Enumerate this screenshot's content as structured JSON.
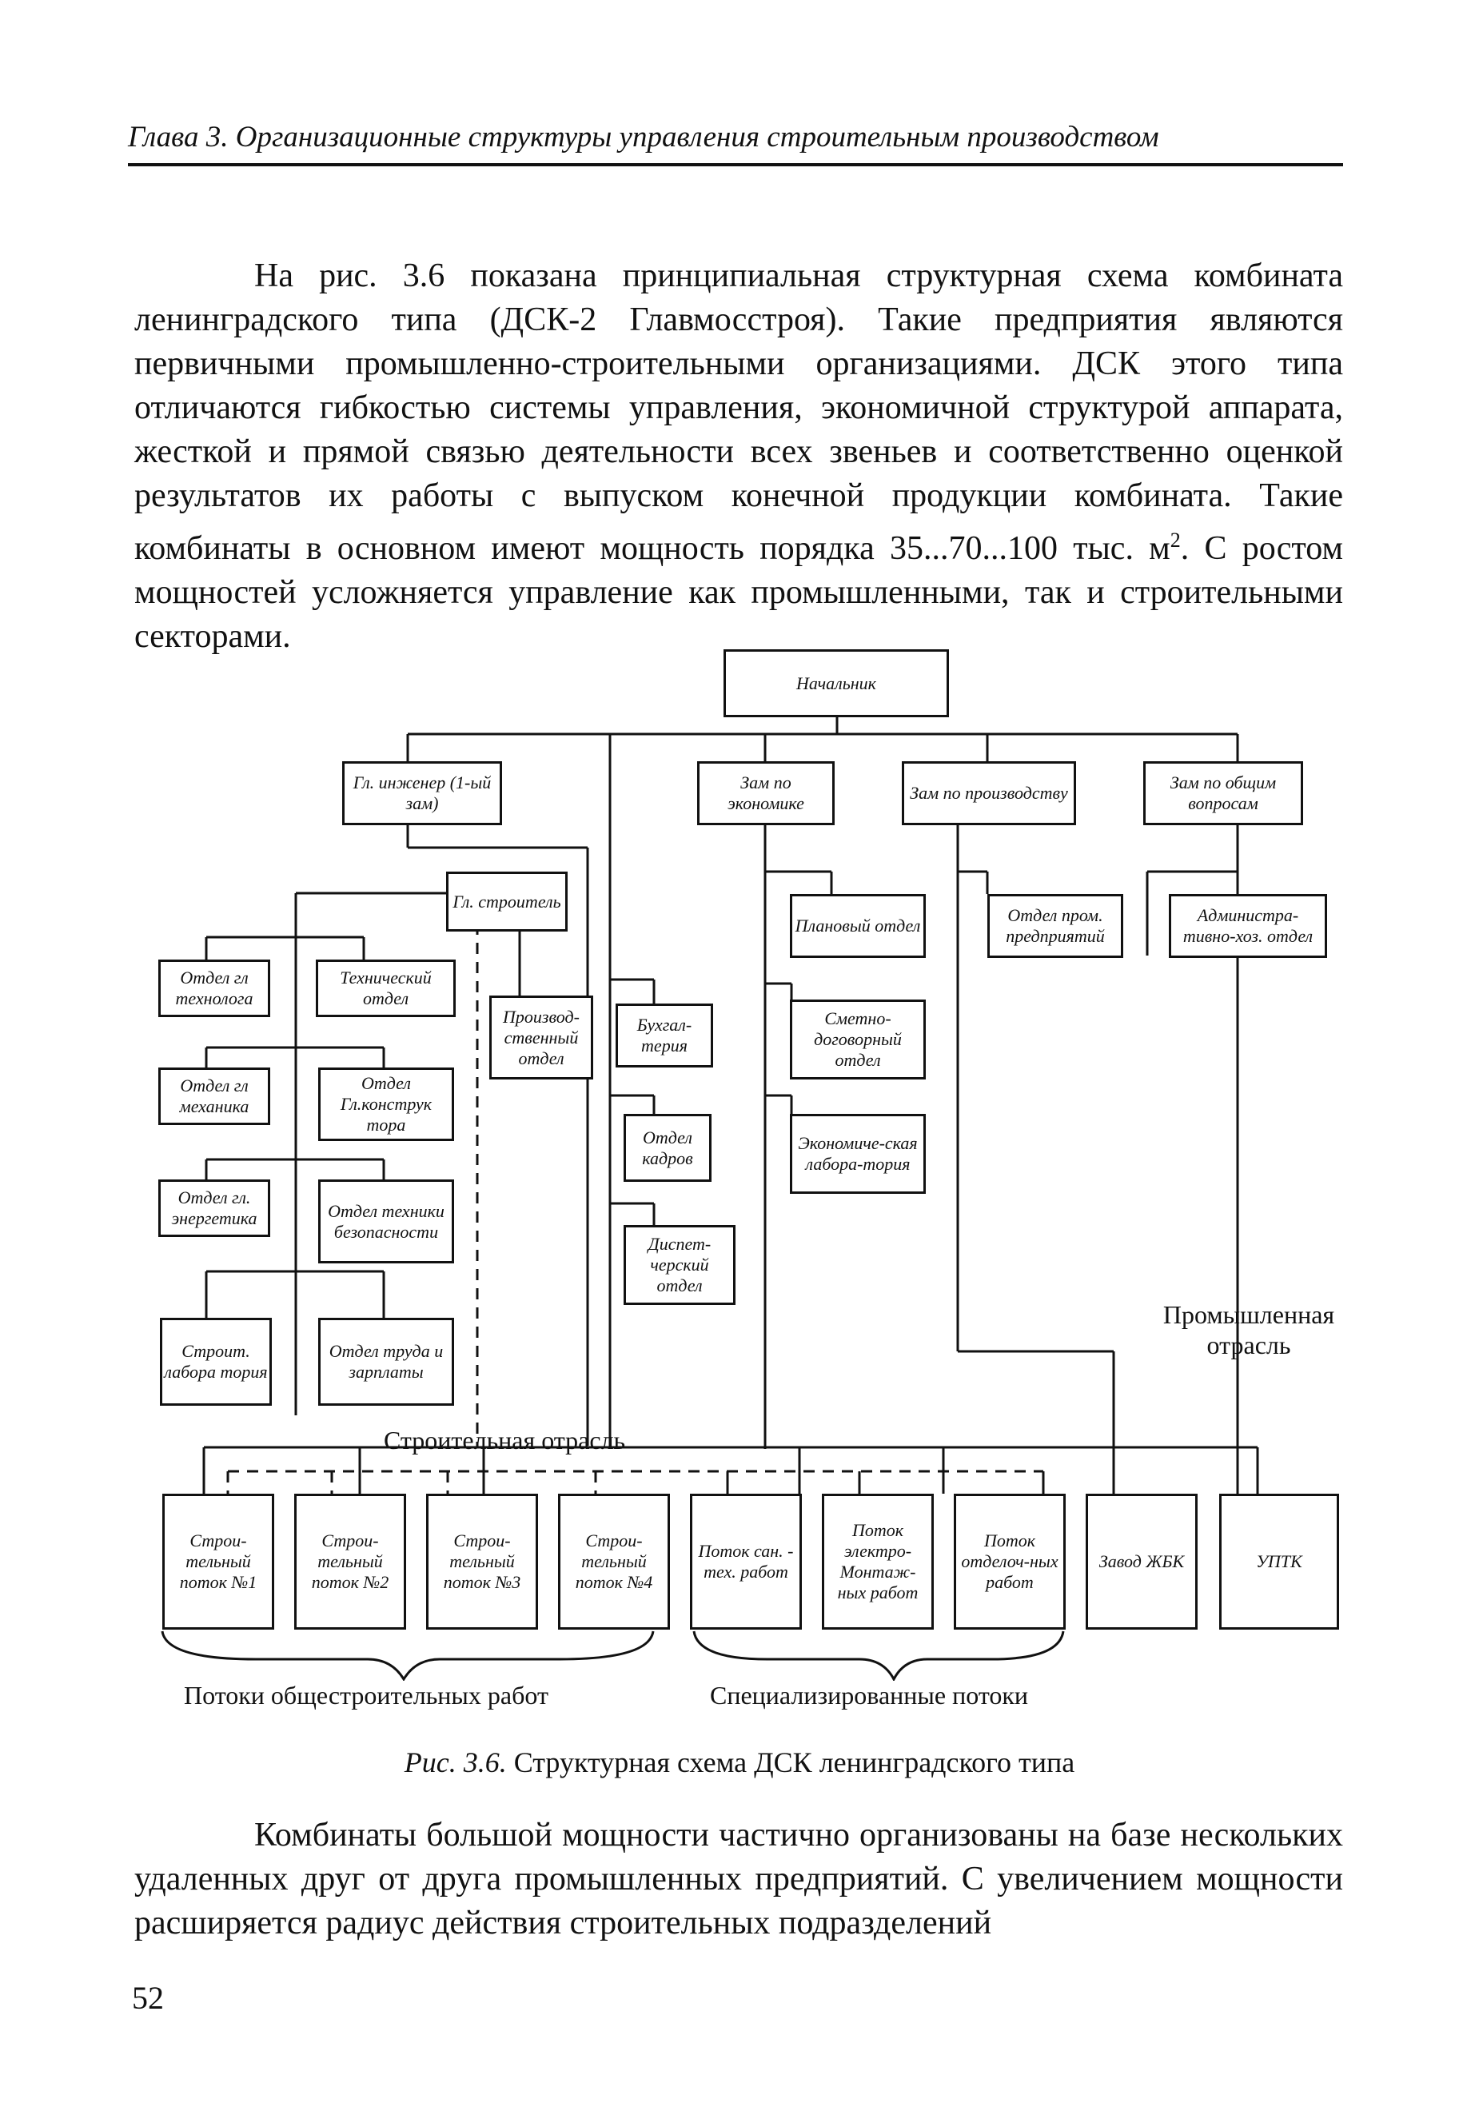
{
  "header": {
    "title": "Глава 3. Организационные структуры управления строительным производством"
  },
  "intro_paragraph": {
    "before_sup": "На рис. 3.6 показана принципиальная структурная схема комбината ленинградского типа (ДСК-2 Главмосстроя). Такие предприятия являются первичными промышленно-строительными организациями. ДСК этого типа отличаются гибкостью системы управления, экономичной структурой аппарата, жесткой и прямой связью деятельности всех звеньев и соответственно оценкой результатов их работы с выпуском конечной продукции комбината. Такие комбинаты в основном имеют мощность порядка 35...70...100 тыс. м",
    "sup": "2",
    "after_sup": ". С ростом мощностей усложняется управление как промышленными, так и строительными секторами."
  },
  "diagram": {
    "head": "Начальник",
    "gl_engineer": "Гл. инженер (1-ый зам)",
    "zam_econ": "Зам по экономике",
    "zam_prod": "Зам по производству",
    "zam_general": "Зам по общим вопросам",
    "gl_builder": "Гл. строитель",
    "plan_dept": "Плановый отдел",
    "prom_dept": "Отдел пром. предприятий",
    "admin_dept": "Администра-тивно-хоз. отдел",
    "technologist": "Отдел гл технолога",
    "tech_dept": "Технический отдел",
    "prod_dept": "Производ-ственный отдел",
    "accounting": "Бухгал-терия",
    "estimate_dept": "Сметно-договорный отдел",
    "mechanic": "Отдел гл механика",
    "designer": "Отдел Гл.конструк тора",
    "hr_dept": "Отдел кадров",
    "econ_lab": "Экономиче-ская лабора-тория",
    "energetic": "Отдел гл. энергетика",
    "safety": "Отдел техники безопасности",
    "dispatch": "Диспет-черский отдел",
    "build_lab": "Строит. лабора тория",
    "labor_dept": "Отдел труда и зарплаты",
    "prom_branch": "Промышленная отрасль",
    "build_branch": "Строительная отрасль",
    "streams": [
      "Строи-тельный поток №1",
      "Строи-тельный поток №2",
      "Строи-тельный поток №3",
      "Строи-тельный поток №4",
      "Поток сан. - тех. работ",
      "Поток электро-Монтаж-ных работ",
      "Поток отделоч-ных работ",
      "Завод ЖБК",
      "УПТК"
    ],
    "group_general": "Потоки общестроительных работ",
    "group_special": "Специализированные потоки"
  },
  "caption": {
    "label": "Рис. 3.6.",
    "text": " Структурная схема ДСК ленинградского типа"
  },
  "outro_paragraph": "Комбинаты большой мощности частично организованы на базе нескольких удаленных друг от друга промышленных предприятий. С увеличением мощности расширяется радиус действия строительных подразделений",
  "page_number": "52"
}
